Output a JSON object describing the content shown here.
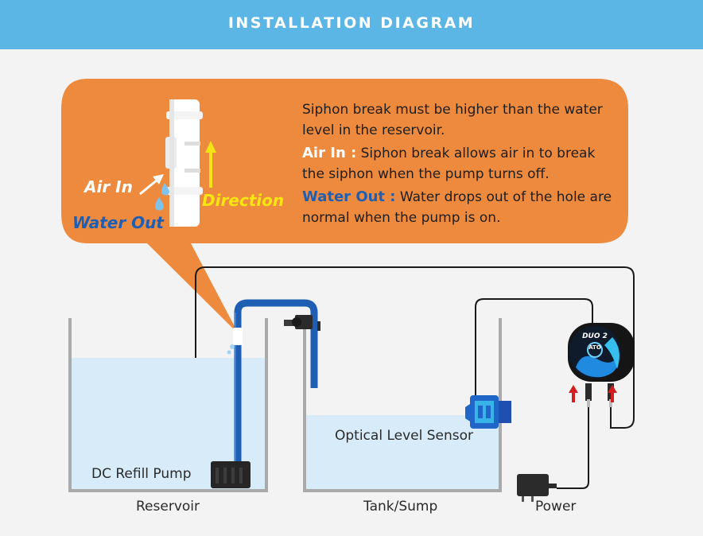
{
  "header": {
    "title": "INSTALLATION DIAGRAM"
  },
  "callout": {
    "line1": "Siphon break must be higher than the water level in the reservoir.",
    "air_in_key": "Air In :",
    "air_in_text": "Siphon break allows air in to break the siphon when the pump turns off.",
    "water_out_key": "Water Out :",
    "water_out_text": "Water drops out of the hole are normal when the pump is on."
  },
  "icon_labels": {
    "air_in": "Air In",
    "water_out": "Water Out",
    "direction": "Direction"
  },
  "device": {
    "brand": "DUO 2",
    "badge": "ATO"
  },
  "labels": {
    "pump": "DC Refill Pump",
    "sensor": "Optical Level Sensor",
    "reservoir": "Reservoir",
    "tank": "Tank/Sump",
    "power": "Power"
  },
  "colors": {
    "header": "#5bb6e6",
    "callout": "#ee8a3e",
    "water": "#d7ebf8",
    "tube": "#1f5fb3",
    "arrow_up": "#f2e417",
    "arrow_red": "#d21e1e",
    "water_out_text": "#1f5fb3",
    "direction_text": "#f7e611"
  }
}
